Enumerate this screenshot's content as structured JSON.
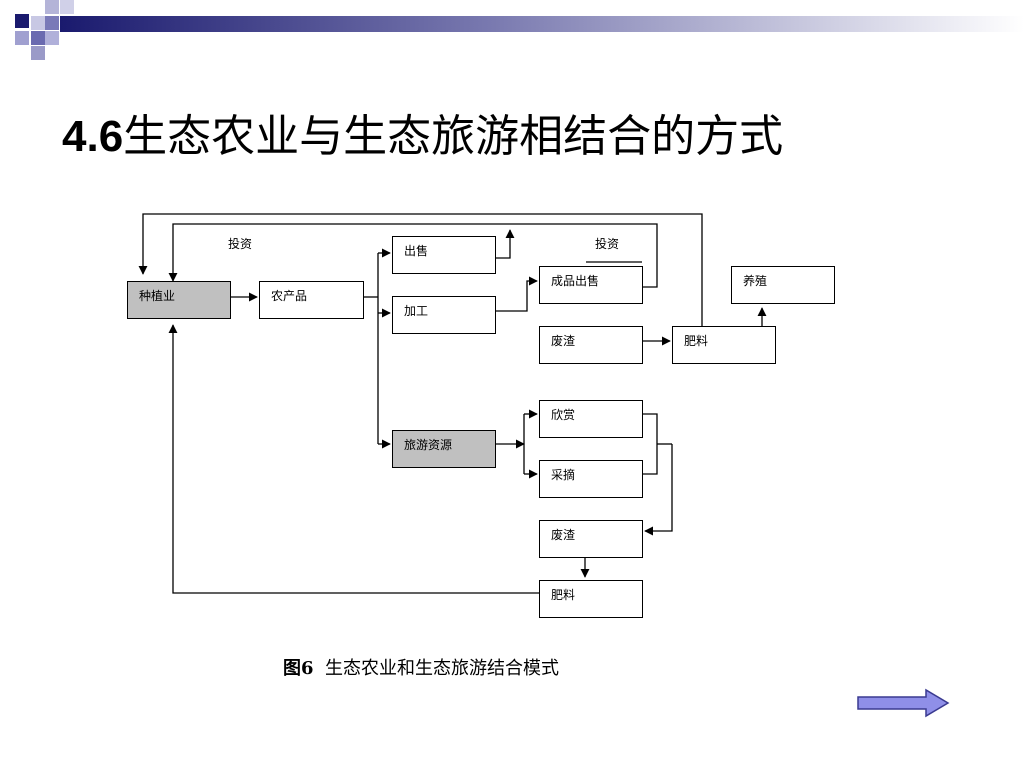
{
  "slide": {
    "title_num": "4.6",
    "title_text": "生态农业与生态旅游相结合的方式"
  },
  "diagram": {
    "nodes": {
      "zhongzhiye": "种植业",
      "nongchanpin": "农产品",
      "chushou": "出售",
      "jiagong": "加工",
      "chengpin_chushou": "成品出售",
      "feizha_top": "废渣",
      "feiliao_top": "肥料",
      "yangzhi": "养殖",
      "lvyou_ziyuan": "旅游资源",
      "xinshang": "欣赏",
      "caizhai": "采摘",
      "feizha_bottom": "废渣",
      "feiliao_bottom": "肥料"
    },
    "labels": {
      "touzi_left": "投资",
      "touzi_right": "投资"
    }
  },
  "caption": {
    "fig_label": "图6",
    "text": "生态农业和生态旅游结合模式"
  },
  "colors": {
    "deco_navy": "#1a1a6e",
    "deco_light": "#9a9ac8",
    "gray_box": "#c0c0c0",
    "next_arrow_fill": "#8f8fe8"
  },
  "icons": {
    "next": "right-arrow-icon"
  }
}
